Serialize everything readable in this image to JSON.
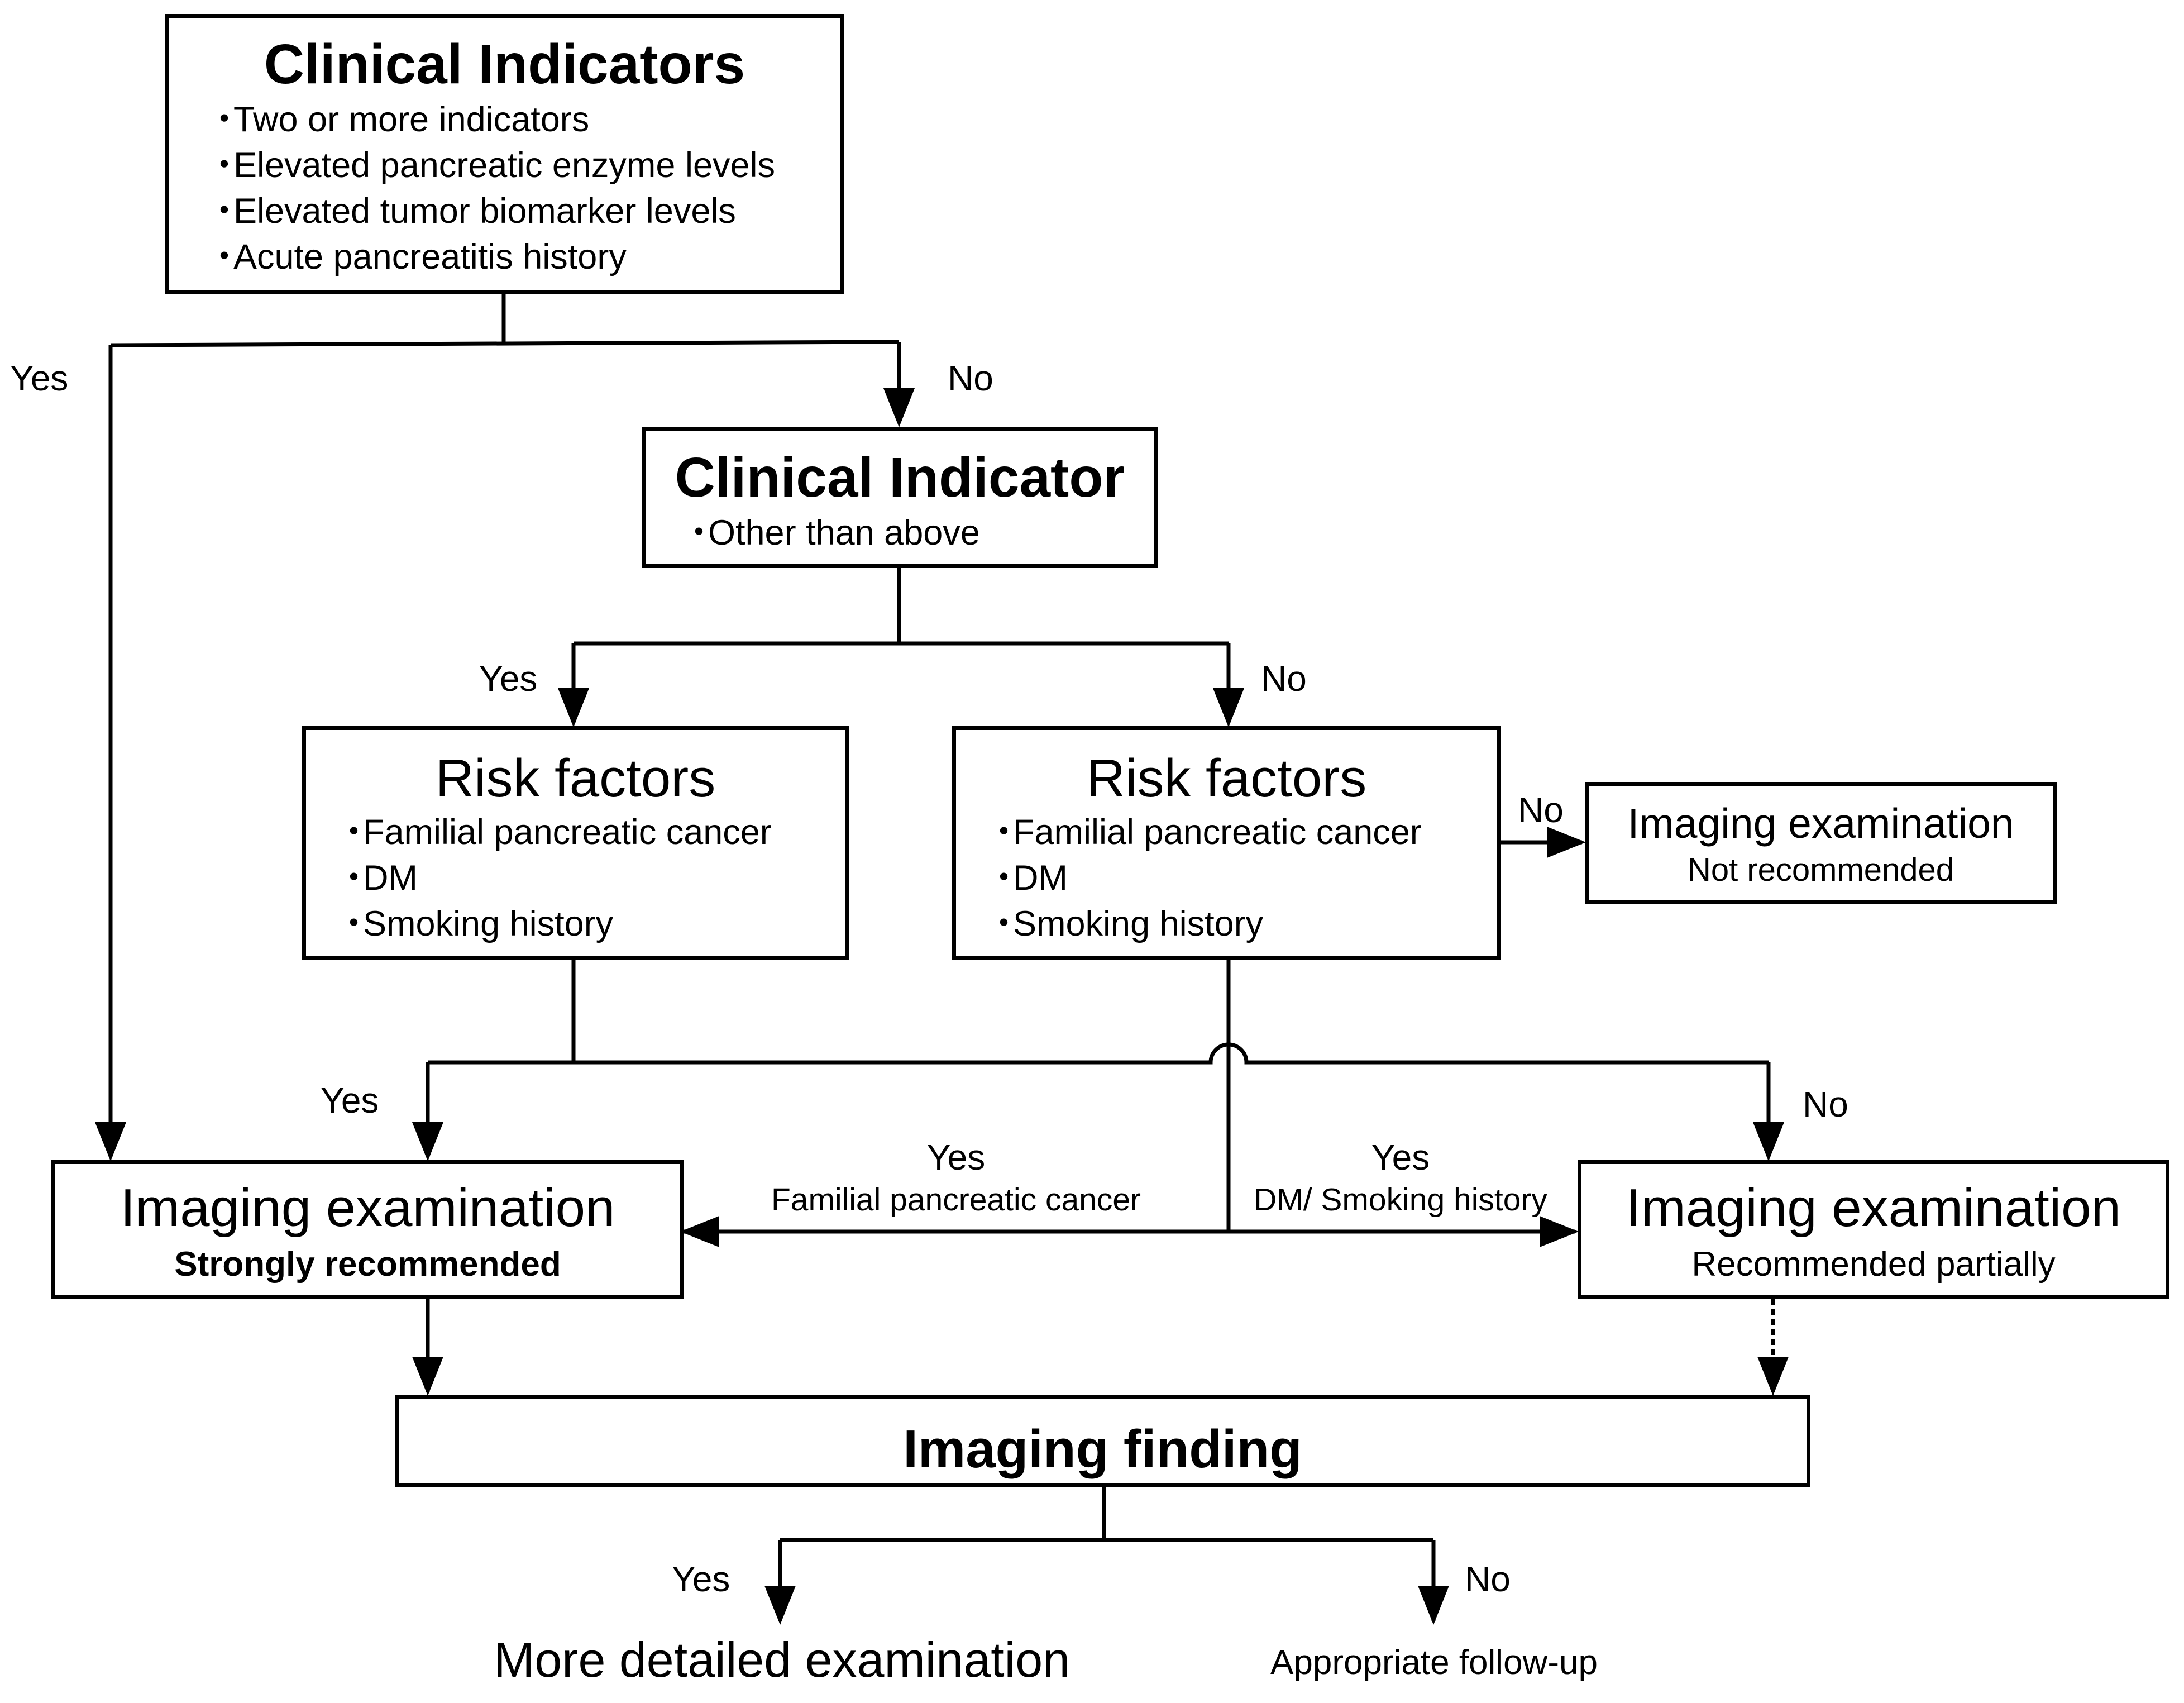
{
  "nodes": {
    "clinical_indicators": {
      "title": "Clinical Indicators",
      "items": [
        "Two or more indicators",
        "Elevated pancreatic enzyme levels",
        "Elevated tumor biomarker levels",
        "Acute pancreatitis history"
      ]
    },
    "clinical_indicator": {
      "title": "Clinical Indicator",
      "items": [
        "Other than above"
      ]
    },
    "risk_factors_left": {
      "title": "Risk factors",
      "items": [
        "Familial pancreatic cancer",
        "DM",
        "Smoking history"
      ]
    },
    "risk_factors_right": {
      "title": "Risk factors",
      "items": [
        "Familial pancreatic cancer",
        "DM",
        "Smoking history"
      ]
    },
    "imaging_not_recommended": {
      "title": "Imaging examination",
      "subtitle": "Not recommended"
    },
    "imaging_strongly": {
      "title": "Imaging examination",
      "subtitle": "Strongly recommended"
    },
    "imaging_partially": {
      "title": "Imaging examination",
      "subtitle": "Recommended partially"
    },
    "imaging_finding": {
      "title": "Imaging finding"
    },
    "outcome_yes": "More detailed examination",
    "outcome_no": "Appropriate follow-up"
  },
  "edge_labels": {
    "ci_yes": "Yes",
    "ci_no": "No",
    "ci2_yes": "Yes",
    "ci2_no": "No",
    "rf_right_no": "No",
    "rf_left_yes": "Yes",
    "rf_right_yes_familial": "Yes",
    "rf_right_familial_text": "Familial pancreatic cancer",
    "rf_right_yes_dm": "Yes",
    "rf_right_dm_text": "DM/ Smoking history",
    "rf_left_no": "No",
    "finding_yes": "Yes",
    "finding_no": "No"
  }
}
